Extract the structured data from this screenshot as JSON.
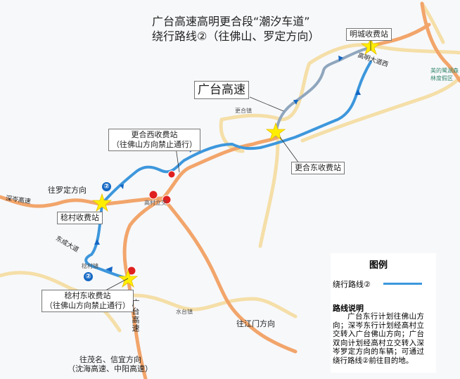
{
  "title": {
    "line1": "广台高速高明更合段“潮汐车道”",
    "line2": "绕行路线②（往佛山、罗定方向）"
  },
  "stations": {
    "mingcheng": "明城收费站",
    "genghe_east": "更合东收费站",
    "genghe_west": {
      "name": "更合西收费站",
      "note": "（往佛山方向禁止通行）"
    },
    "rencun": "稔村收费站",
    "rencun_east": {
      "name": "稔村东收费站",
      "note": "（往佛山方向禁止通行）"
    }
  },
  "labels": {
    "guangtai_highway_box": "广台高速",
    "guangtai_highway_vertical": "广台高速",
    "to_luoding": "往罗定方向",
    "shencen": "深岑高速",
    "dongcheng": "东成大道",
    "genghe_town": "更合镇",
    "gaocun": "高村立交",
    "shuitai": "水台镇",
    "rencun_town": "稔村镇",
    "to_jiangmen": "往江门方向",
    "to_maoming": "往茂名、信宜方向",
    "to_maoming_sub": "（沈海高速、中阳高速）",
    "gaoming_road": "高明大道西",
    "resort": "美的鹭湖森林度假区",
    "route_num": "②"
  },
  "legend": {
    "title": "图例",
    "item": "绕行路线②",
    "desc_title": "路线说明",
    "desc": "广台东行计划往佛山方向；深岑东行计划经高村立交转入广台佛山方向；广台双向计划经高村立交转入深岑罗定方向的车辆；可通过绕行路线②前往目的地。",
    "route_color": "#3d97dc"
  },
  "colors": {
    "highway": "#f2a56b",
    "minor_road": "#f5dfa8",
    "route": "#3d97dc",
    "star": "#ffee00"
  }
}
